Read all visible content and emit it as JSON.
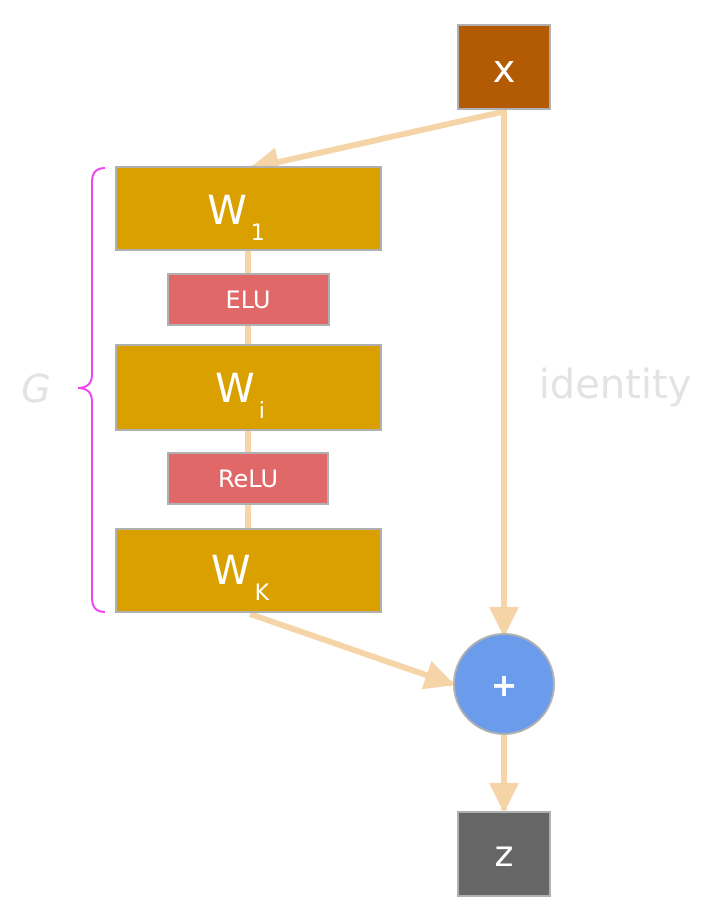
{
  "nodes": {
    "input": {
      "label": "x",
      "color": "#b35a05"
    },
    "layer1": {
      "label": "W",
      "sub": "1",
      "color": "#d9a000"
    },
    "act1": {
      "label": "ELU",
      "color": "#e06868"
    },
    "layeri": {
      "label": "W",
      "sub": "i",
      "color": "#d9a000"
    },
    "act2": {
      "label": "ReLU",
      "color": "#e06868"
    },
    "layerk": {
      "label": "W",
      "sub": "K",
      "color": "#d9a000"
    },
    "sum": {
      "label": "+",
      "color": "#6b9ceb"
    },
    "output": {
      "label": "z",
      "color": "#666666"
    }
  },
  "group_label": "G",
  "identity_label": "identity",
  "colors": {
    "arrow": "#f5d5a8",
    "brace": "#ee44ee",
    "faint_text": "#e3e3e3",
    "box_border": "#b0b0b0"
  }
}
